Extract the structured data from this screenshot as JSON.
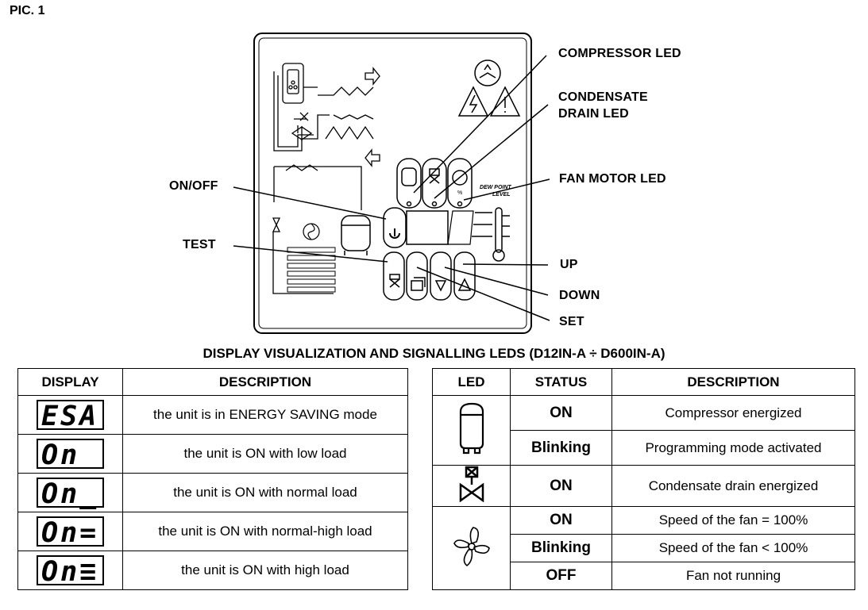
{
  "pic_title": "PIC. 1",
  "callouts": {
    "compressor_led": "COMPRESSOR LED",
    "condensate_drain_led_line1": "CONDENSATE",
    "condensate_drain_led_line2": "DRAIN LED",
    "fan_motor_led": "FAN MOTOR LED",
    "on_off": "ON/OFF",
    "test": "TEST",
    "up": "UP",
    "down": "DOWN",
    "set": "SET"
  },
  "panel_text": {
    "dew_point_line1": "DEW POINT",
    "dew_point_line2": "LEVEL",
    "percent": "%"
  },
  "caption": "DISPLAY VISUALIZATION AND SIGNALLING LEDS (D12IN-A ÷ D600IN-A)",
  "display_table": {
    "headers": [
      "DISPLAY",
      "DESCRIPTION"
    ],
    "rows": [
      {
        "display": "ESA",
        "description": "the unit is in ENERGY SAVING mode"
      },
      {
        "display": "On",
        "description": "the unit is ON with low load"
      },
      {
        "display": "On_",
        "description": "the unit is ON with normal load"
      },
      {
        "display": "On=",
        "description": "the unit is ON with normal-high load"
      },
      {
        "display": "On≡",
        "description": "the unit is ON with high load"
      }
    ]
  },
  "led_table": {
    "headers": [
      "LED",
      "STATUS",
      "DESCRIPTION"
    ],
    "compressor": [
      {
        "status": "ON",
        "description": "Compressor energized"
      },
      {
        "status": "Blinking",
        "description": "Programming mode activated"
      }
    ],
    "drain": [
      {
        "status": "ON",
        "description": "Condensate drain energized"
      }
    ],
    "fan": [
      {
        "status": "ON",
        "description": "Speed of the fan = 100%"
      },
      {
        "status": "Blinking",
        "description": "Speed of the fan < 100%"
      },
      {
        "status": "OFF",
        "description": "Fan not running"
      }
    ],
    "icons": [
      "compressor-icon",
      "drain-valve-icon",
      "fan-icon"
    ]
  }
}
